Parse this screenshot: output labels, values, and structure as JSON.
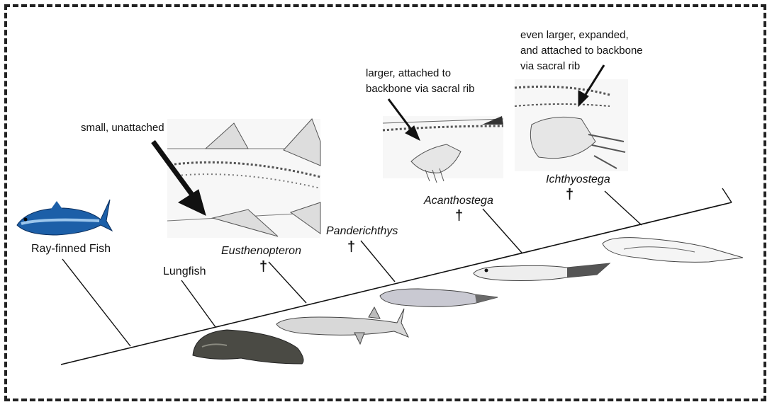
{
  "taxa": {
    "ray_finned_fish": "Ray-finned Fish",
    "lungfish": "Lungfish",
    "eusthenopteron": "Eusthenopteron",
    "panderichthys": "Panderichthys",
    "acanthostega": "Acanthostega",
    "ichthyostega": "Ichthyostega"
  },
  "extinct_marker": "†",
  "annotations": {
    "eusthenopteron": "small, unattached",
    "acanthostega_line1": "larger, attached to",
    "acanthostega_line2": "backbone via sacral rib",
    "ichthyostega_line1": "even larger, expanded,",
    "ichthyostega_line2": "and attached to backbone",
    "ichthyostega_line3": "via sacral rib"
  },
  "colors": {
    "frame": "#222222",
    "tree_line": "#111111",
    "tuna_body": "#1c5fa8",
    "lungfish_body": "#4a4a44"
  }
}
